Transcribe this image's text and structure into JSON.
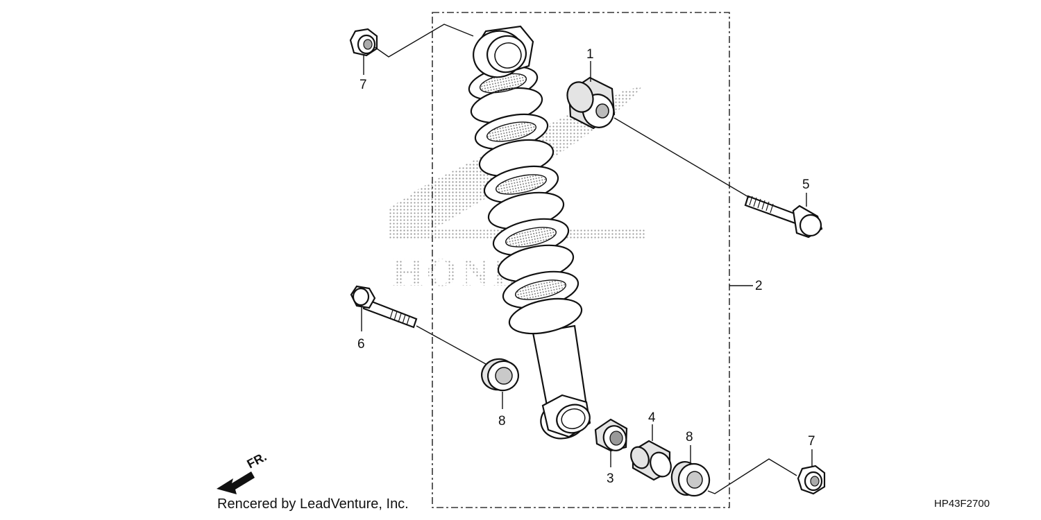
{
  "diagram": {
    "callouts": {
      "c1": "1",
      "c2": "2",
      "c3": "3",
      "c4": "4",
      "c5": "5",
      "c6": "6",
      "c7a": "7",
      "c7b": "7",
      "c8a": "8",
      "c8b": "8"
    },
    "watermark_brand": "HONDA",
    "direction_label": "FR.",
    "footer_left": "Rencered by LeadVenture, Inc.",
    "footer_right": "HP43F2700"
  }
}
